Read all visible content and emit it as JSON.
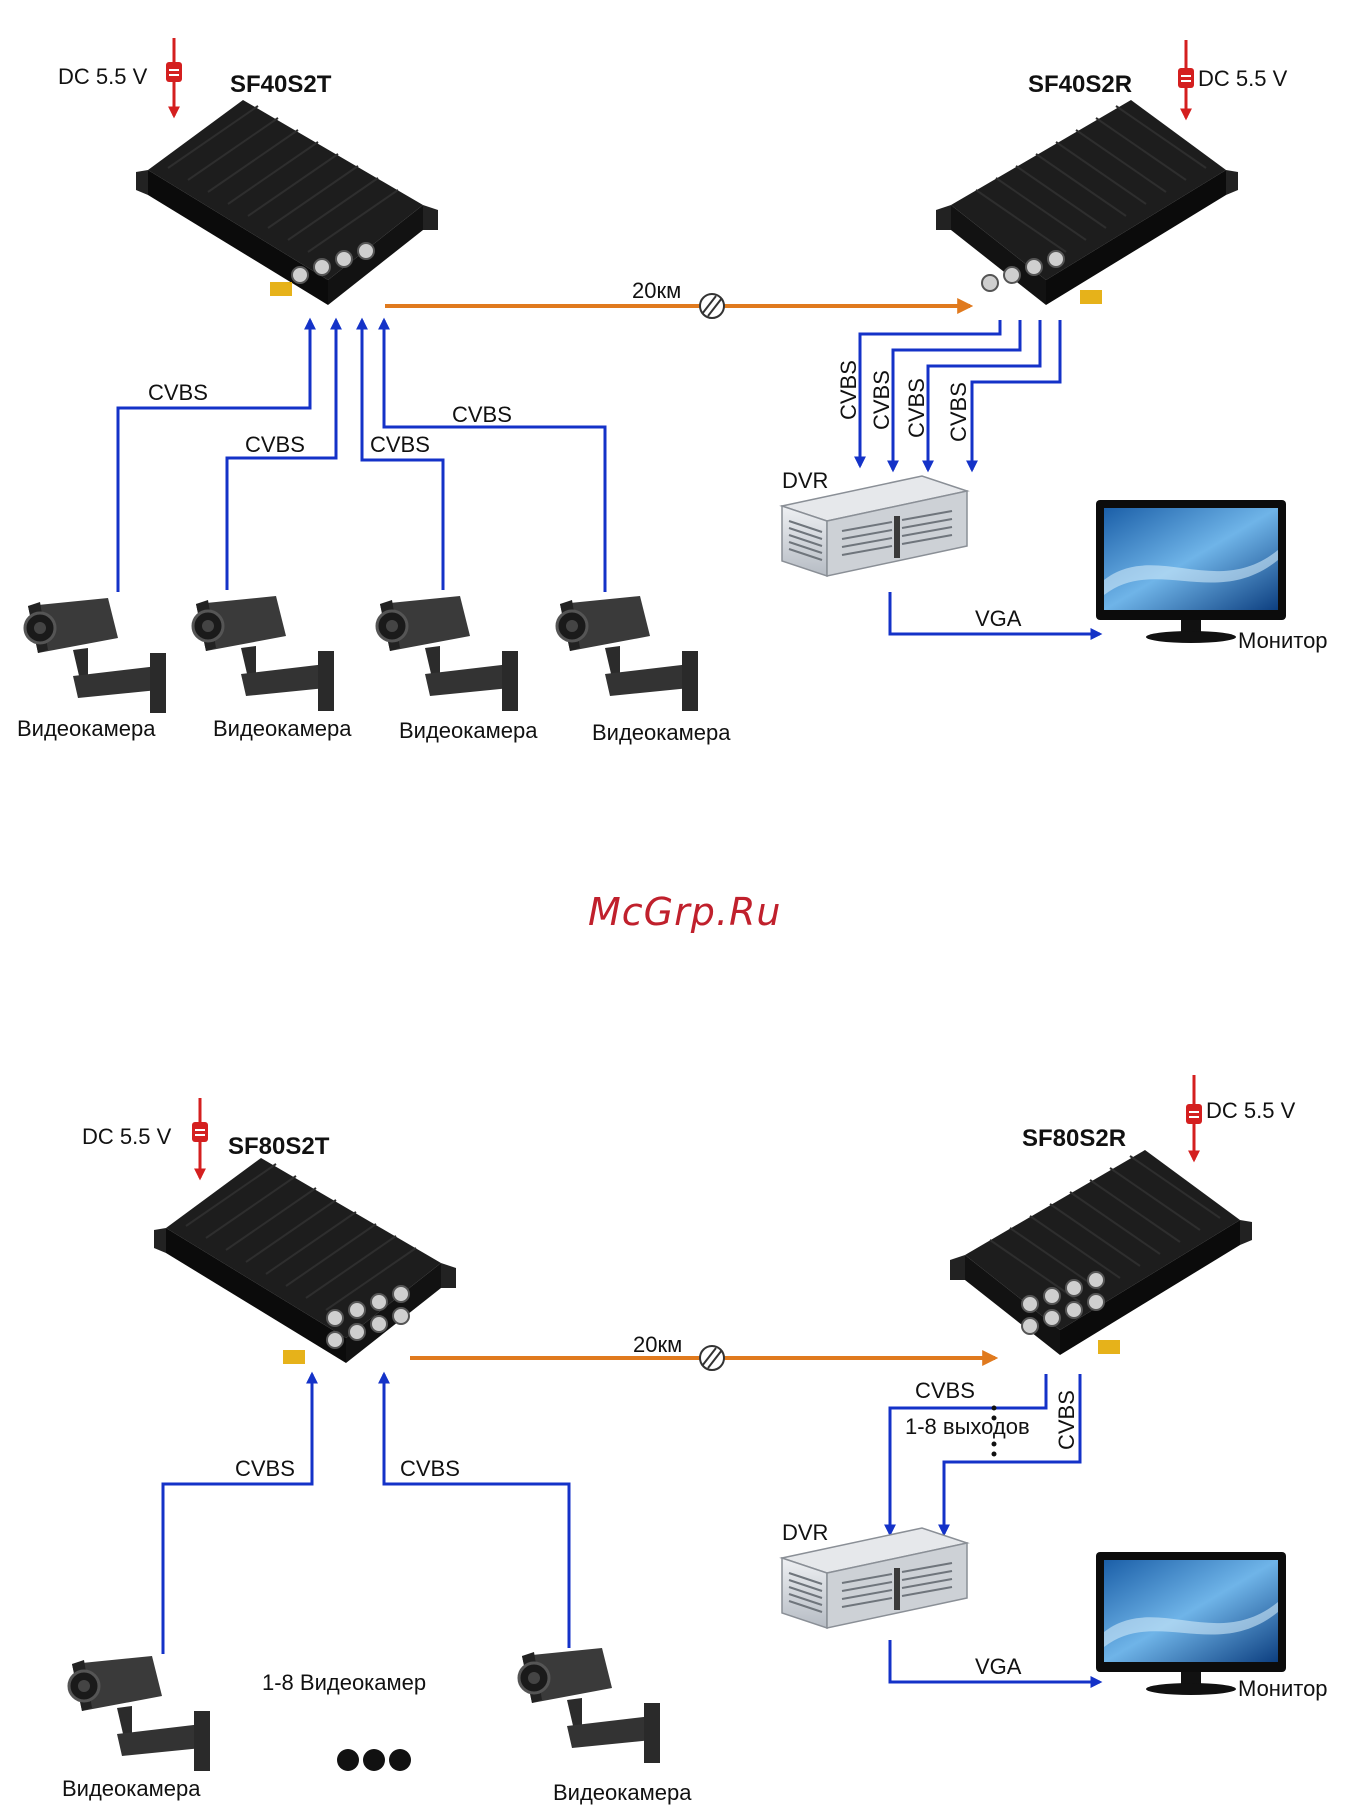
{
  "watermark": "McGrp.Ru",
  "colors": {
    "signal": "#1432c8",
    "fiber": "#e07a1e",
    "power": "#d41f1f",
    "device": "#151515"
  },
  "top": {
    "transmitter": {
      "model": "SF40S2T",
      "power": "DC 5.5 V"
    },
    "receiver": {
      "model": "SF40S2R",
      "power": "DC 5.5 V"
    },
    "fiber_distance": "20км",
    "camera_links": [
      "CVBS",
      "CVBS",
      "CVBS",
      "CVBS"
    ],
    "output_links": [
      "CVBS",
      "CVBS",
      "CVBS",
      "CVBS"
    ],
    "cameras": [
      "Видеокамера",
      "Видеокамера",
      "Видеокамера",
      "Видеокамера"
    ],
    "dvr": "DVR",
    "vga": "VGA",
    "monitor": "Монитор"
  },
  "bottom": {
    "transmitter": {
      "model": "SF80S2T",
      "power": "DC 5.5 V"
    },
    "receiver": {
      "model": "SF80S2R",
      "power": "DC 5.5 V"
    },
    "fiber_distance": "20км",
    "camera_links": [
      "CVBS",
      "CVBS"
    ],
    "output_link_horizontal": "CVBS",
    "output_link_vertical": "CVBS",
    "outputs_note": "1-8 выходов",
    "cameras_note": "1-8 Видеокамер",
    "cameras": [
      "Видеокамера",
      "Видеокамера"
    ],
    "dvr": "DVR",
    "vga": "VGA",
    "monitor": "Монитор"
  }
}
